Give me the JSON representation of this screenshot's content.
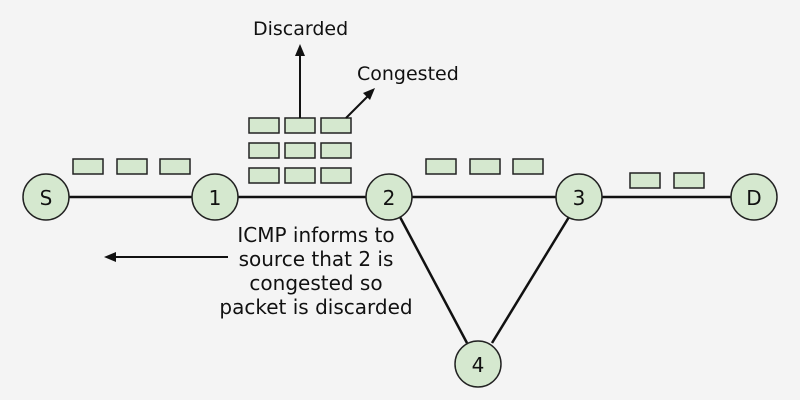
{
  "diagram": {
    "title": "ICMP congestion notification",
    "background": "#f4f4f4",
    "node_fill": "#d5e8cf",
    "packet_fill": "#d5e8cf",
    "nodes": [
      {
        "id": "S",
        "label": "S"
      },
      {
        "id": "1",
        "label": "1"
      },
      {
        "id": "2",
        "label": "2"
      },
      {
        "id": "3",
        "label": "3"
      },
      {
        "id": "D",
        "label": "D"
      },
      {
        "id": "4",
        "label": "4"
      }
    ],
    "links": [
      {
        "from": "S",
        "to": "1",
        "packets": 3
      },
      {
        "from": "1",
        "to": "2",
        "packets_queued_at_2": 9
      },
      {
        "from": "2",
        "to": "3",
        "packets": 3
      },
      {
        "from": "3",
        "to": "D",
        "packets": 2
      },
      {
        "from": "2",
        "to": "4",
        "packets": 0
      },
      {
        "from": "4",
        "to": "3",
        "packets": 0
      }
    ],
    "annotations": {
      "discarded": "Discarded",
      "congested": "Congested",
      "icmp_note": [
        "ICMP informs to",
        "source that 2 is",
        "congested so",
        "packet is discarded"
      ]
    }
  }
}
